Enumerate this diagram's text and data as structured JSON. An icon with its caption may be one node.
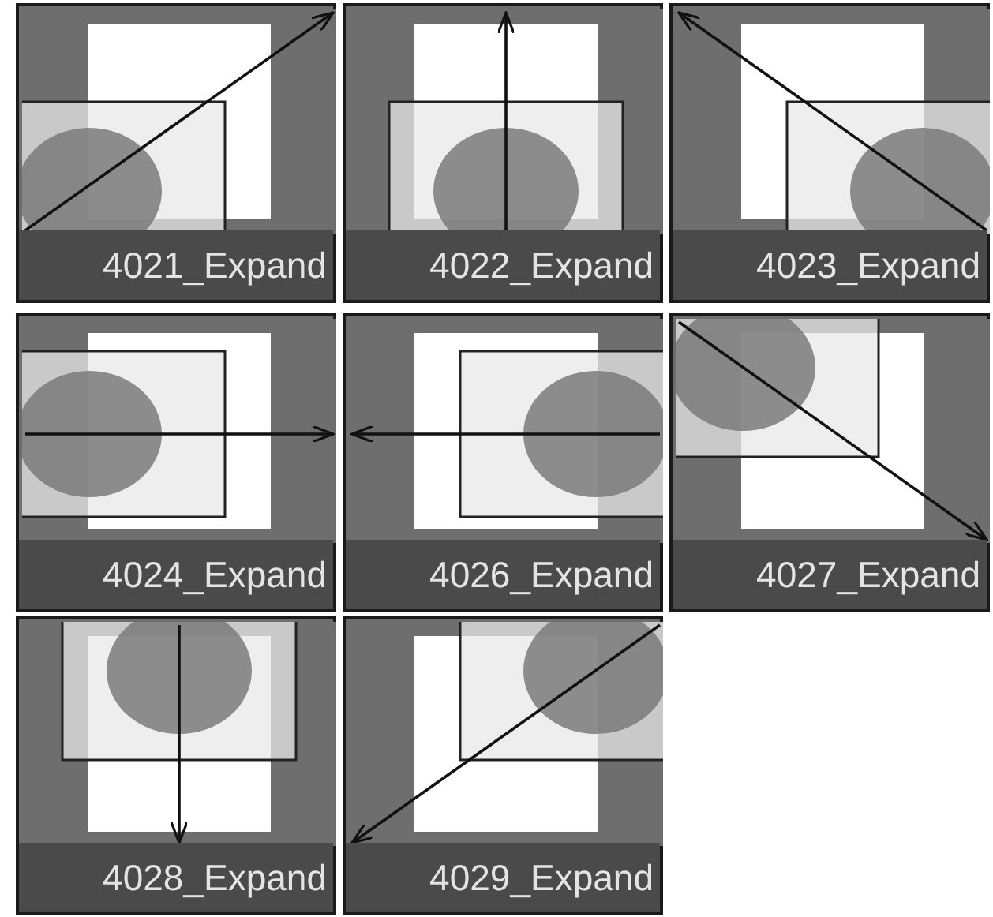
{
  "diagram": {
    "nodes": [
      {
        "text": [
          "4021_Expand"
        ]
      },
      {
        "text": [
          "4022_Expand"
        ]
      },
      {
        "text": [
          "4023_Expand"
        ]
      },
      {
        "text": [
          "4024_Expand"
        ]
      },
      {
        "text": [
          "4026_Expand"
        ]
      },
      {
        "text": [
          "4027_Expand"
        ]
      },
      {
        "text": [
          "4028_Expand"
        ]
      },
      {
        "text": [
          "4029_Expand"
        ]
      }
    ]
  }
}
